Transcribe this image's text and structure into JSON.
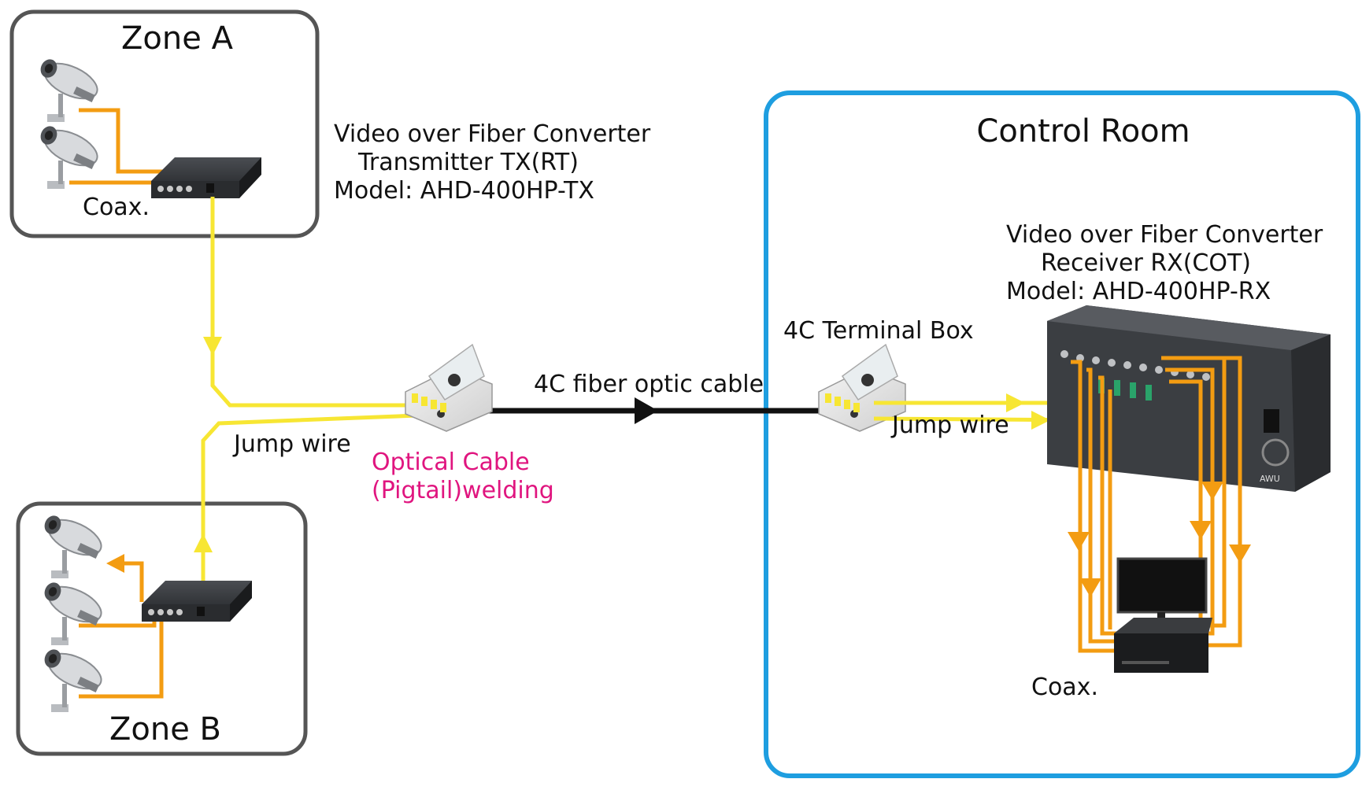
{
  "zones": {
    "zone_a": "Zone A",
    "zone_b": "Zone B",
    "control_room": "Control Room"
  },
  "transmitter": {
    "line1": "Video over Fiber Converter",
    "line2": "Transmitter TX(RT)",
    "line3": "Model: AHD-400HP-TX"
  },
  "receiver": {
    "line1": "Video over Fiber Converter",
    "line2": "Receiver RX(COT)",
    "line3": "Model: AHD-400HP-RX"
  },
  "labels": {
    "coax_a": "Coax.",
    "coax_room": "Coax.",
    "jump_wire_left": "Jump wire",
    "jump_wire_right": "Jump wire",
    "fiber_cable": "4C fiber optic cable",
    "terminal_box": "4C Terminal Box",
    "optical_line1": "Optical Cable",
    "optical_line2": "(Pigtail)welding",
    "rack_brand": "AWU"
  },
  "colors": {
    "coax": "#f39c12",
    "jump_wire": "#f7e633",
    "fiber": "#111111",
    "zone_border": "#555555",
    "control_room_border": "#1e9ee0",
    "optical_text": "#e0157f"
  }
}
